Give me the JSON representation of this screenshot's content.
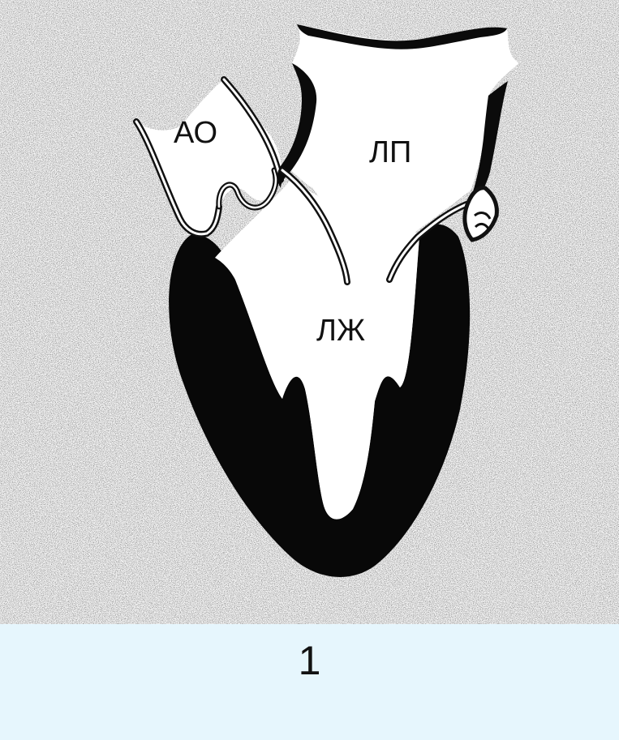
{
  "diagram": {
    "labels": {
      "aorta": "АО",
      "left_atrium": "ЛП",
      "left_ventricle": "ЛЖ"
    },
    "figure_number": "1",
    "colors": {
      "background_frame": "#e6f6fd",
      "scan_background": "#f3f3f3",
      "ink": "#111111"
    }
  }
}
